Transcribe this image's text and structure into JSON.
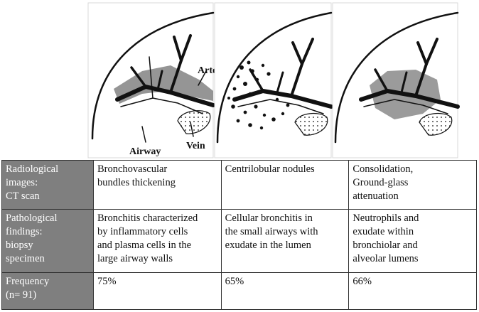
{
  "figure": {
    "labels": {
      "artery": "Artery",
      "vein": "Vein",
      "airway": "Airway"
    },
    "colors": {
      "ink": "#111111",
      "shading": "#8a8a8a",
      "header_cell": "#7f7f7f"
    }
  },
  "table": {
    "rows": [
      {
        "header": [
          "Radiological",
          "images:",
          "CT scan"
        ],
        "cells": [
          [
            "Bronchovascular",
            "bundles thickening"
          ],
          [
            "Centrilobular nodules"
          ],
          [
            "Consolidation,",
            "Ground-glass",
            "attenuation"
          ]
        ]
      },
      {
        "header": [
          "Pathological",
          "findings:",
          "biopsy",
          "specimen"
        ],
        "cells": [
          [
            "Bronchitis characterized",
            "by inflammatory cells",
            "and plasma cells in the",
            "large airway walls"
          ],
          [
            "Cellular bronchitis in",
            "the small airways with",
            "exudate in the lumen"
          ],
          [
            "Neutrophils and",
            "exudate within",
            "bronchiolar and",
            "alveolar lumens"
          ]
        ]
      },
      {
        "header": [
          "Frequency",
          "(n= 91)"
        ],
        "cells": [
          [
            "75%"
          ],
          [
            "65%"
          ],
          [
            "66%"
          ]
        ]
      }
    ]
  }
}
